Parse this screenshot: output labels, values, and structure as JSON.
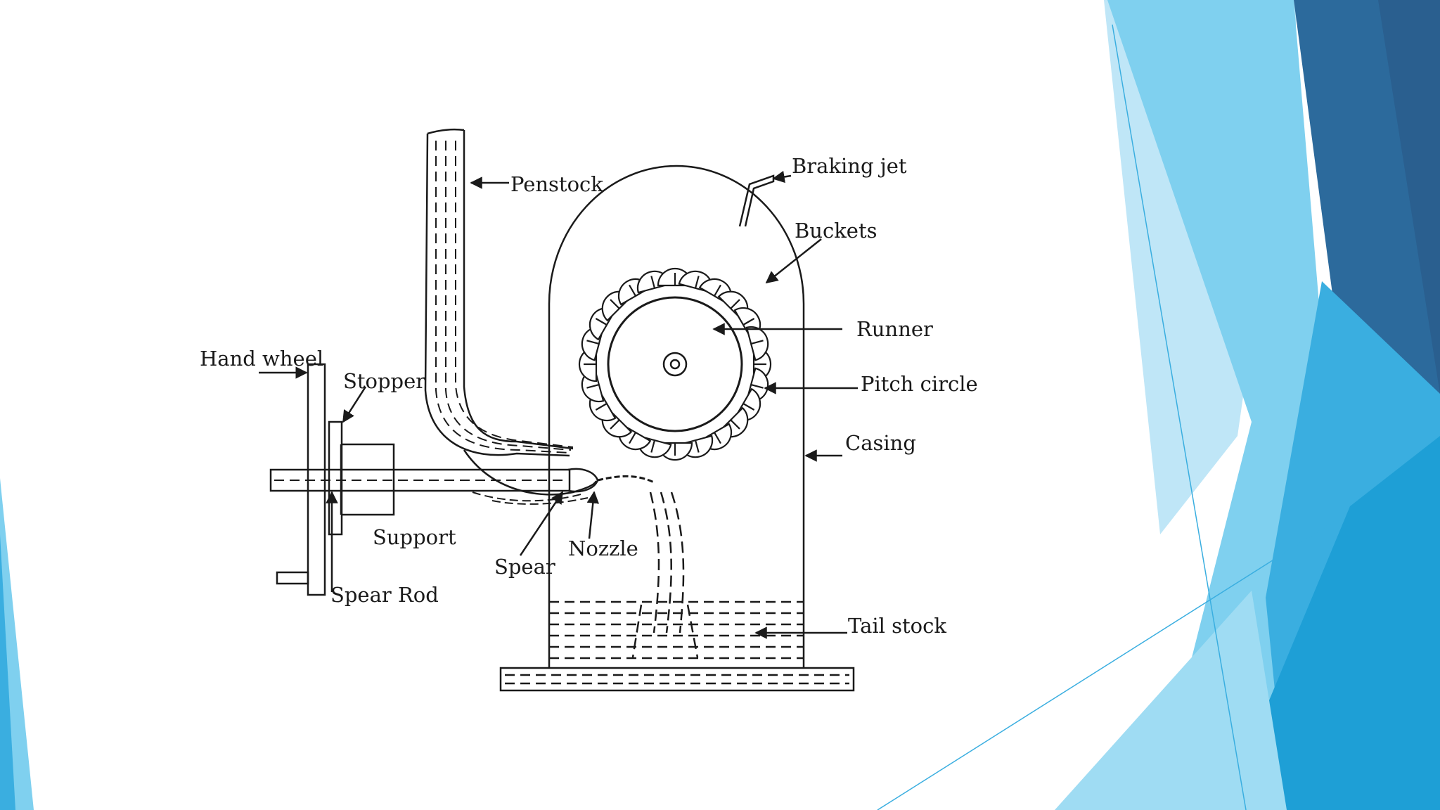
{
  "slide": {
    "theme_colors": {
      "light_blue": "#7fd0ef",
      "mid_blue": "#3aaee0",
      "bright_blue": "#1e9fd6",
      "dark_blue": "#2c6a9c",
      "pale_blue": "#bfe6f7"
    }
  },
  "diagram": {
    "labels": {
      "penstock": "Penstock",
      "braking_jet": "Braking jet",
      "buckets": "Buckets",
      "runner": "Runner",
      "pitch_circle": "Pitch circle",
      "casing": "Casing",
      "hand_wheel": "Hand wheel",
      "stopper": "Stopper",
      "support": "Support",
      "spear": "Spear",
      "nozzle": "Nozzle",
      "spear_rod": "Spear Rod",
      "tail_stock": "Tail stock"
    },
    "bucket_count": 24
  }
}
